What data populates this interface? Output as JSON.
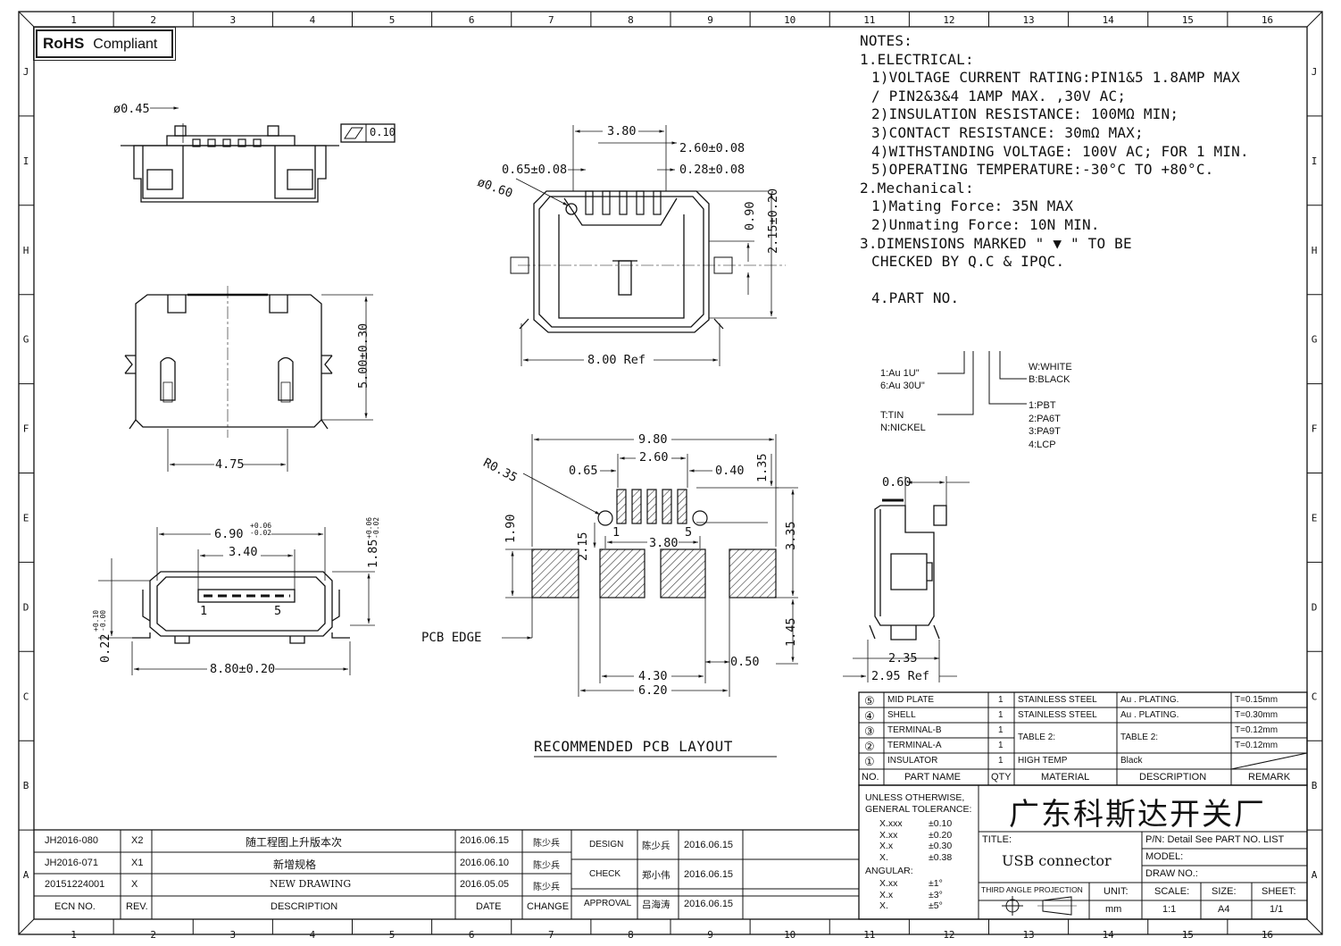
{
  "rohs": {
    "bold": "RoHS",
    "text": "Compliant"
  },
  "notes": [
    {
      "text": "NOTES:",
      "indent": false
    },
    {
      "text": "1.ELECTRICAL:",
      "indent": false
    },
    {
      "text": "1)VOLTAGE CURRENT RATING:PIN1&5 1.8AMP MAX",
      "indent": true
    },
    {
      "text": "/ PIN2&3&4 1AMP MAX. ,30V AC;",
      "indent": true
    },
    {
      "text": "2)INSULATION RESISTANCE: 100MΩ MIN;",
      "indent": true
    },
    {
      "text": "3)CONTACT RESISTANCE: 30mΩ MAX;",
      "indent": true
    },
    {
      "text": "4)WITHSTANDING VOLTAGE: 100V AC; FOR 1 MIN.",
      "indent": true
    },
    {
      "text": "5)OPERATING TEMPERATURE:-30°C TO +80°C.",
      "indent": true
    },
    {
      "text": "2.Mechanical:",
      "indent": false
    },
    {
      "text": "1)Mating Force:  35N MAX",
      "indent": true
    },
    {
      "text": "2)Unmating Force:  10N MIN.",
      "indent": true
    },
    {
      "text": "3.DIMENSIONS MARKED \" ▼ \" TO BE",
      "indent": false
    },
    {
      "text": "CHECKED BY Q.C & IPQC.",
      "indent": true
    },
    {
      "text": "",
      "indent": false
    },
    {
      "text": "4.PART NO.",
      "indent": true
    }
  ],
  "part_no": {
    "plating": [
      "1:Au 1U\"",
      "6:Au 30U\""
    ],
    "base": [
      "T:TIN",
      "N:NICKEL"
    ],
    "color": [
      "W:WHITE",
      "B:BLACK"
    ],
    "material": [
      "1:PBT",
      "2:PA6T",
      "3:PA9T",
      "4:LCP"
    ]
  },
  "grid": {
    "cols": [
      "1",
      "2",
      "3",
      "4",
      "5",
      "6",
      "7",
      "8",
      "9",
      "10",
      "11",
      "12",
      "13",
      "14",
      "15",
      "16"
    ],
    "rows": [
      "J",
      "I",
      "H",
      "G",
      "F",
      "E",
      "D",
      "C",
      "B",
      "A"
    ]
  },
  "dims": {
    "phi045": "ø0.45",
    "flat": "0.10",
    "w475": "4.75",
    "h500": "5.00±0.30",
    "w690": "6.90",
    "w690tol": "+0.06\n-0.02",
    "w340": "3.40",
    "pin1": "1",
    "pin5": "5",
    "h185": "1.85",
    "h185tol": "+0.06\n-0.02",
    "h022": "0.22",
    "h022tol": "+0.10\n-0.00",
    "w880": "8.80±0.20",
    "w380": "3.80",
    "w260": "2.60±0.08",
    "w065": "0.65±0.08",
    "w028": "0.28±0.08",
    "phi060": "ø0.60",
    "h090": "0.90",
    "h215": "2.15±0.20",
    "w800": "8.00 Ref",
    "p980": "9.80",
    "p260": "2.60",
    "p065": "0.65",
    "p040": "0.40",
    "pr035": "R0.35",
    "p135": "1.35",
    "p190": "1.90",
    "p215": "2.15",
    "p380": "3.80",
    "p335": "3.35",
    "p145": "1.45",
    "p050": "0.50",
    "p430": "4.30",
    "p620": "6.20",
    "pcb_edge": "PCB EDGE",
    "pcb_title": "RECOMMENDED PCB LAYOUT",
    "s060": "0.60",
    "s235": "2.35",
    "s295": "2.95 Ref"
  },
  "bom": {
    "rows": [
      {
        "no": "⑤",
        "name": "MID PLATE",
        "qty": "1",
        "material": "STAINLESS STEEL",
        "desc": "Au . PLATING.",
        "remark": "T=0.15mm"
      },
      {
        "no": "④",
        "name": "SHELL",
        "qty": "1",
        "material": "STAINLESS STEEL",
        "desc": "Au . PLATING.",
        "remark": "T=0.30mm"
      },
      {
        "no": "③",
        "name": "TERMINAL-B",
        "qty": "1",
        "material": "TABLE 2:",
        "desc": "TABLE 2:",
        "remark": "T=0.12mm"
      },
      {
        "no": "②",
        "name": "TERMINAL-A",
        "qty": "1",
        "material": "",
        "desc": "",
        "remark": "T=0.12mm"
      },
      {
        "no": "①",
        "name": "INSULATOR",
        "qty": "1",
        "material": "HIGH TEMP",
        "desc": "Black",
        "remark": ""
      }
    ],
    "header": {
      "no": "NO.",
      "name": "PART NAME",
      "qty": "QTY",
      "material": "MATERIAL",
      "desc": "DESCRIPTION",
      "remark": "REMARK"
    }
  },
  "tolerance": {
    "title1": "UNLESS OTHERWISE,",
    "title2": "GENERAL TOLERANCE:",
    "lin": [
      [
        "X.xxx",
        "±0.10"
      ],
      [
        "X.xx",
        "±0.20"
      ],
      [
        "X.x",
        "±0.30"
      ],
      [
        "X.",
        "±0.38"
      ]
    ],
    "angular_label": "ANGULAR:",
    "ang": [
      [
        "X.xx",
        "±1°"
      ],
      [
        "X.x",
        "±3°"
      ],
      [
        "X.",
        "±5°"
      ]
    ]
  },
  "title_block": {
    "company": "广东科斯达开关厂",
    "title_label": "TITLE:",
    "title": "USB connector",
    "pn": "P/N: Detail See PART NO. LIST",
    "model": "MODEL:",
    "draw_no": "DRAW NO.:",
    "projection": "THIRD ANGLE PROJECTION",
    "unit_label": "UNIT:",
    "unit": "mm",
    "scale_label": "SCALE:",
    "scale": "1:1",
    "size_label": "SIZE:",
    "size": "A4",
    "sheet_label": "SHEET:",
    "sheet": "1/1"
  },
  "revisions": {
    "rows": [
      {
        "ecn": "JH2016-080",
        "rev": "X2",
        "desc": "随工程图上升版本次",
        "date": "2016.06.15",
        "change": "陈少兵"
      },
      {
        "ecn": "JH2016-071",
        "rev": "X1",
        "desc": "新增规格",
        "date": "2016.06.10",
        "change": "陈少兵"
      },
      {
        "ecn": "20151224001",
        "rev": "X",
        "desc": "NEW DRAWING",
        "date": "2016.05.05",
        "change": "陈少兵"
      }
    ],
    "header": {
      "ecn": "ECN NO.",
      "rev": "REV.",
      "desc": "DESCRIPTION",
      "date": "DATE",
      "change": "CHANGE"
    }
  },
  "approvals": [
    {
      "role": "DESIGN",
      "name": "陈少兵",
      "date": "2016.06.15"
    },
    {
      "role": "CHECK",
      "name": "郑小伟",
      "date": "2016.06.15"
    },
    {
      "role": "APPROVAL",
      "name": "吕海涛",
      "date": "2016.06.15"
    }
  ]
}
